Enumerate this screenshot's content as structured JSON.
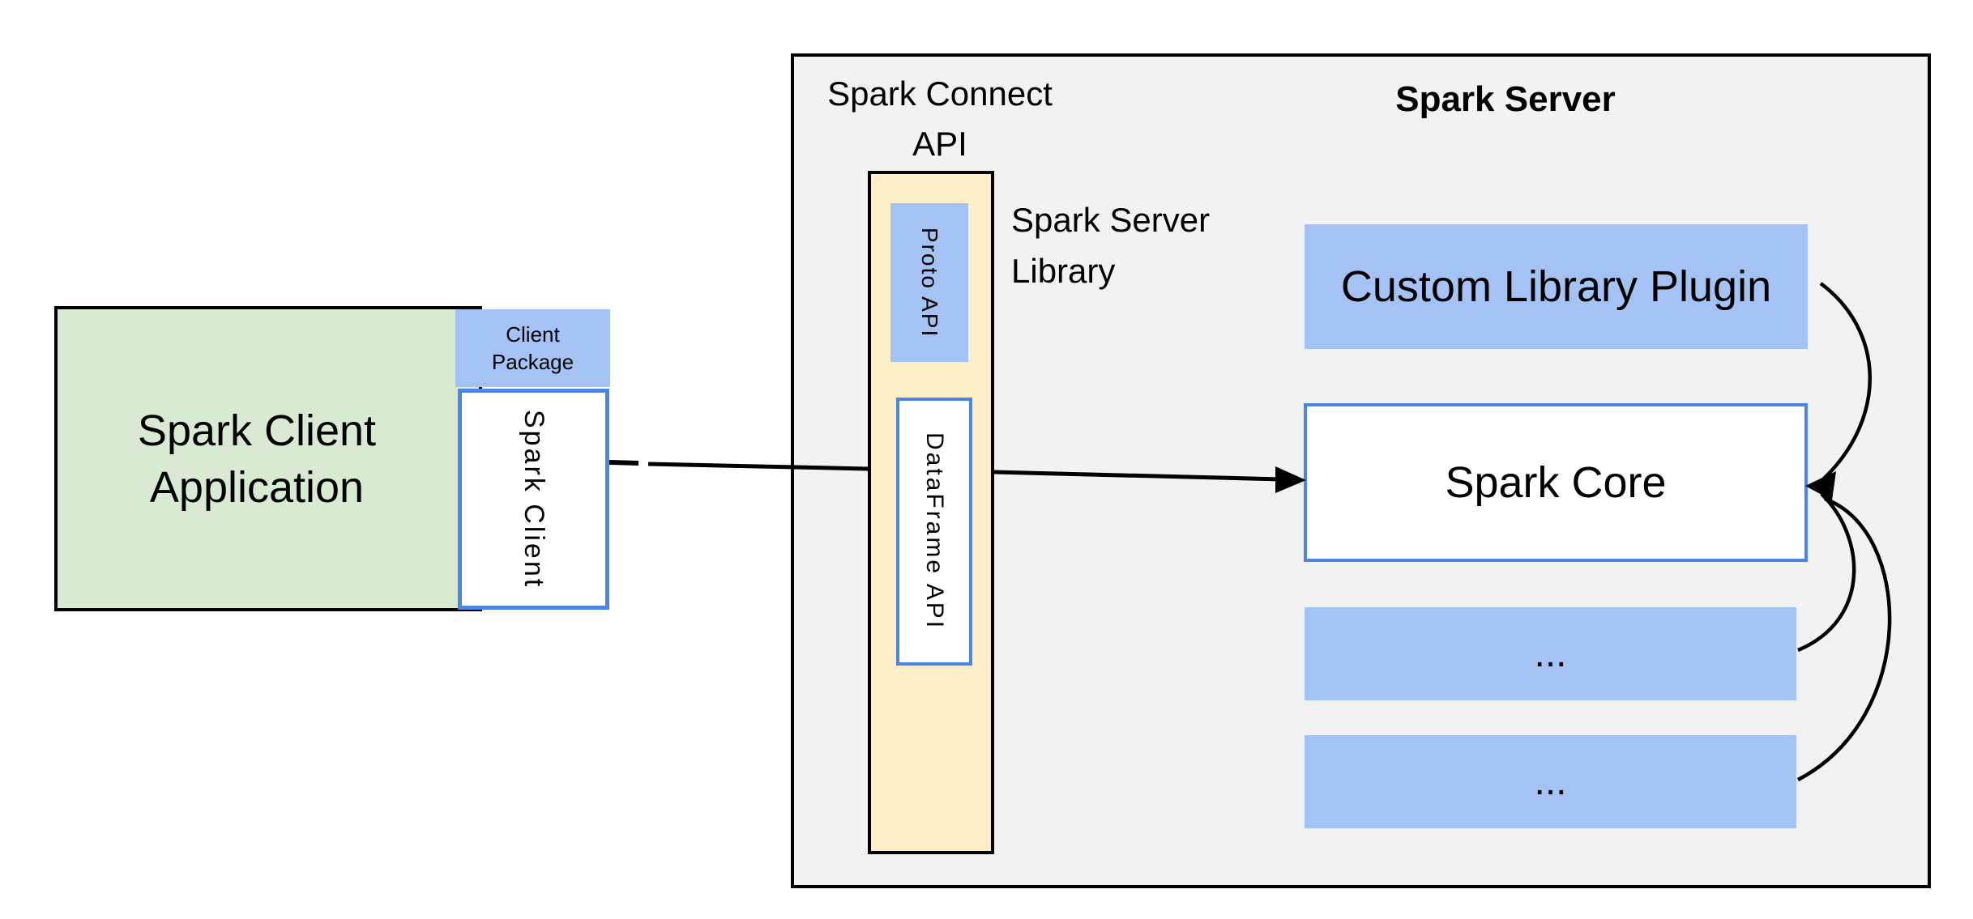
{
  "diagram": {
    "client": {
      "app_line1": "Spark Client",
      "app_line2": "Application",
      "package_line1": "Client",
      "package_line2": "Package",
      "client_box_label": "Spark Client"
    },
    "connect_api": {
      "line1": "Spark Connect",
      "line2": "API"
    },
    "server": {
      "title": "Spark Server",
      "library_line1": "Spark Server",
      "library_line2": "Library",
      "proto_api_label": "Proto API",
      "dataframe_api_label": "DataFrame API",
      "plugin_label": "Custom Library Plugin",
      "core_label": "Spark Core",
      "module_a_label": "...",
      "module_b_label": "..."
    },
    "colors": {
      "panel_gray": "#f2f2f2",
      "box_green": "#d9ead3",
      "box_blue": "#a4c2f4",
      "box_yellow": "#fdeeca",
      "border_blue": "#4a86e8",
      "border_black": "#000000",
      "arrow_black": "#000000"
    }
  }
}
